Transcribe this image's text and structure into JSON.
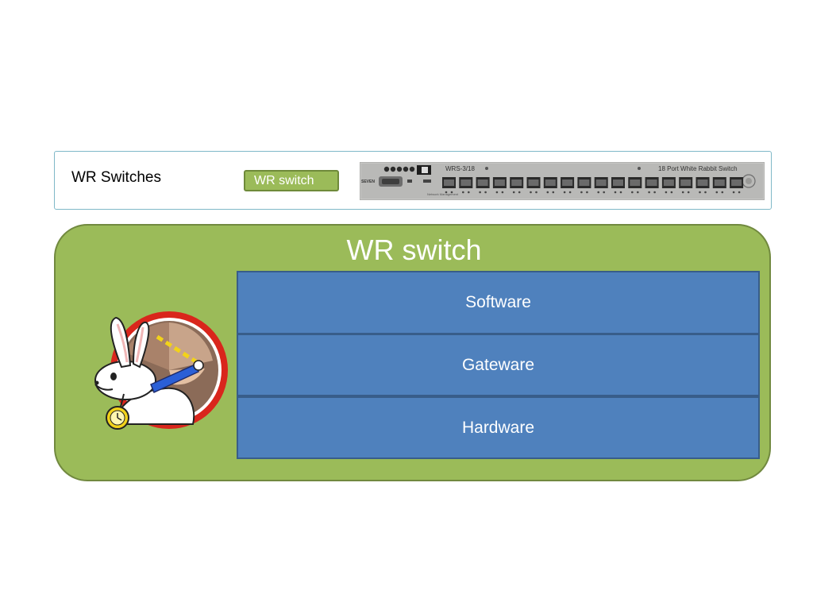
{
  "top_panel": {
    "title": "WR Switches",
    "tag_label": "WR switch",
    "device": {
      "model": "WRS-3/18",
      "description": "18 Port White Rabbit Switch",
      "brand": "SEVEN",
      "port_count": 18
    }
  },
  "main_panel": {
    "title": "WR switch",
    "layers": [
      "Software",
      "Gateware",
      "Hardware"
    ]
  },
  "colors": {
    "green": "#9bbb59",
    "green_border": "#71893f",
    "blue": "#4f81bd",
    "blue_border": "#385d8a",
    "logo_red": "#d9261c"
  }
}
